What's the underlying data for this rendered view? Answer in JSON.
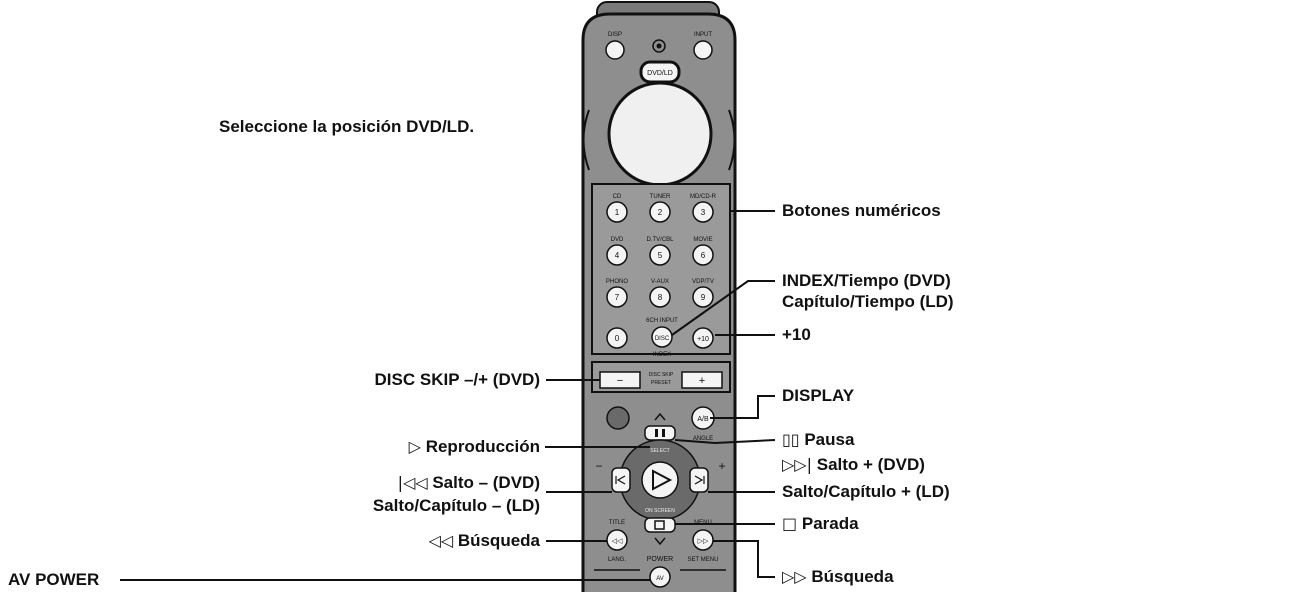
{
  "colors": {
    "remote_body": "#8e8e8e",
    "remote_dark": "#6a6a6a",
    "button_face": "#f4f4f4",
    "line": "#111111"
  },
  "remote": {
    "top_buttons": {
      "disp": "DISP",
      "input": "INPUT",
      "dvd_ld": "DVD/LD"
    },
    "numeric_keys": [
      {
        "caption": "CD",
        "label": "1"
      },
      {
        "caption": "TUNER",
        "label": "2"
      },
      {
        "caption": "MD/CD-R",
        "label": "3"
      },
      {
        "caption": "DVD",
        "label": "4"
      },
      {
        "caption": "D.TV/CBL",
        "label": "5"
      },
      {
        "caption": "MOVIE",
        "label": "6"
      },
      {
        "caption": "PHONO",
        "label": "7"
      },
      {
        "caption": "V-AUX",
        "label": "8"
      },
      {
        "caption": "VDP/TV",
        "label": "9"
      }
    ],
    "zero_key": "0",
    "ch_input": "6CH INPUT",
    "disc_key": "DISC",
    "index_text": "INDEX",
    "plus10_key": "+10",
    "disc_skip_minus": "−",
    "disc_skip_plus": "+",
    "disc_skip_text": "DISC SKIP",
    "preset_text": "PRESET",
    "ab_key": "A/B",
    "angle_text": "ANGLE",
    "title_text": "TITLE",
    "menu_text": "MENU",
    "power_text": "POWER",
    "av_key": "AV",
    "lang_text": "LANG.",
    "setmenu_text": "SET MENU",
    "rew_key": "◁◁",
    "ffw_key": "▷▷",
    "select_text": "SELECT",
    "onscreen_text": "ON SCREEN"
  },
  "labels": {
    "select_position": "Seleccione la posición DVD/LD.",
    "numeric_buttons": "Botones numéricos",
    "index_time_dvd": "INDEX/Tiempo (DVD)",
    "chapter_time_ld": "Capítulo/Tiempo (LD)",
    "plus10": "+10",
    "disc_skip": "DISC SKIP –/+ (DVD)",
    "display": "DISPLAY",
    "play_glyph": "▷",
    "play": "Reproducción",
    "pause_glyph": "▯▯",
    "pause": "Pausa",
    "skip_plus_glyph": "▷▷|",
    "skip_plus_dvd": "Salto + (DVD)",
    "skip_plus_ld": "Salto/Capítulo + (LD)",
    "skip_minus_glyph": "|◁◁",
    "skip_minus_dvd": "Salto – (DVD)",
    "skip_minus_ld": "Salto/Capítulo – (LD)",
    "stop_glyph": "□",
    "stop": "Parada",
    "search_rev_glyph": "◁◁",
    "search_rev": "Búsqueda",
    "search_fwd_glyph": "▷▷",
    "search_fwd": "Búsqueda",
    "av_power": "AV POWER"
  }
}
